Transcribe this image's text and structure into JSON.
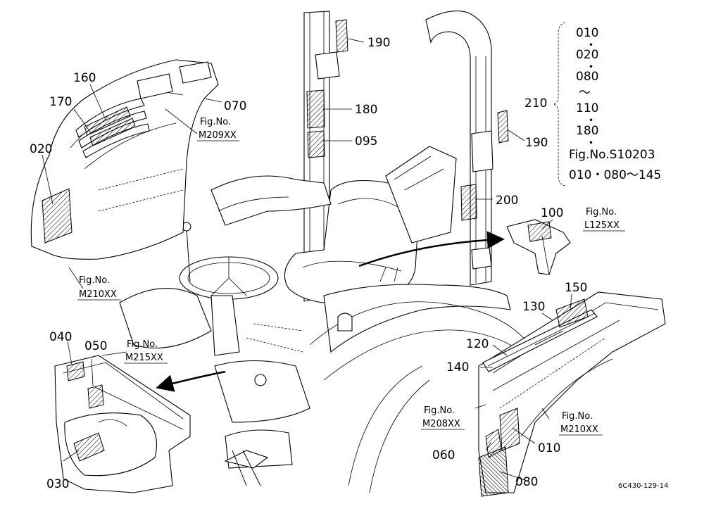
{
  "labels": {
    "l190a": "190",
    "l190b": "190",
    "l160": "160",
    "l170": "170",
    "l070": "070",
    "l180": "180",
    "l095": "095",
    "l020": "020",
    "l200": "200",
    "l100": "100",
    "l150": "150",
    "l130": "130",
    "l120": "120",
    "l140": "140",
    "l040": "040",
    "l050": "050",
    "l030": "030",
    "l060": "060",
    "l010": "010",
    "l080": "080",
    "l210": "210"
  },
  "fig_refs": {
    "m209": {
      "prefix": "Fig.No.",
      "code": "M209XX"
    },
    "m210a": {
      "prefix": "Fig.No.",
      "code": "M210XX"
    },
    "l125": {
      "prefix": "Fig.No.",
      "code": "L125XX"
    },
    "m215": {
      "prefix": "Fig.No.",
      "code": "M215XX"
    },
    "m208": {
      "prefix": "Fig.No.",
      "code": "M208XX"
    },
    "m210b": {
      "prefix": "Fig.No.",
      "code": "M210XX"
    }
  },
  "applicability": {
    "values": [
      "010",
      "020",
      "080",
      "〜",
      "110",
      "180"
    ],
    "fig_line": "Fig.No.S10203",
    "range_line": "010・080〜145"
  },
  "drawing_code": "6C430-129-14"
}
